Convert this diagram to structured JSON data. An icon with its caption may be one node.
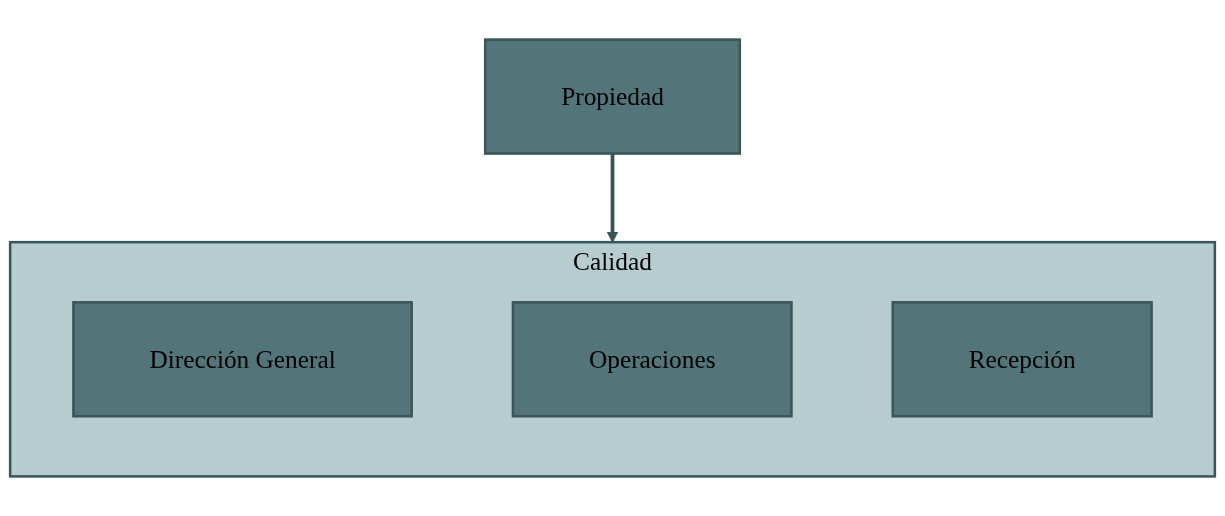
{
  "diagram": {
    "nodes": [
      {
        "text": [
          "Propiedad"
        ]
      },
      {
        "text": [
          "Calidad"
        ]
      },
      {
        "text": [
          "Dirección General"
        ],
        "in": 1
      },
      {
        "text": [
          "Operaciones"
        ],
        "in": 1
      },
      {
        "text": [
          "Recepción"
        ],
        "in": 1
      }
    ],
    "edges": [
      {
        "from": 0,
        "to": 1,
        "arrow": "to"
      }
    ]
  }
}
